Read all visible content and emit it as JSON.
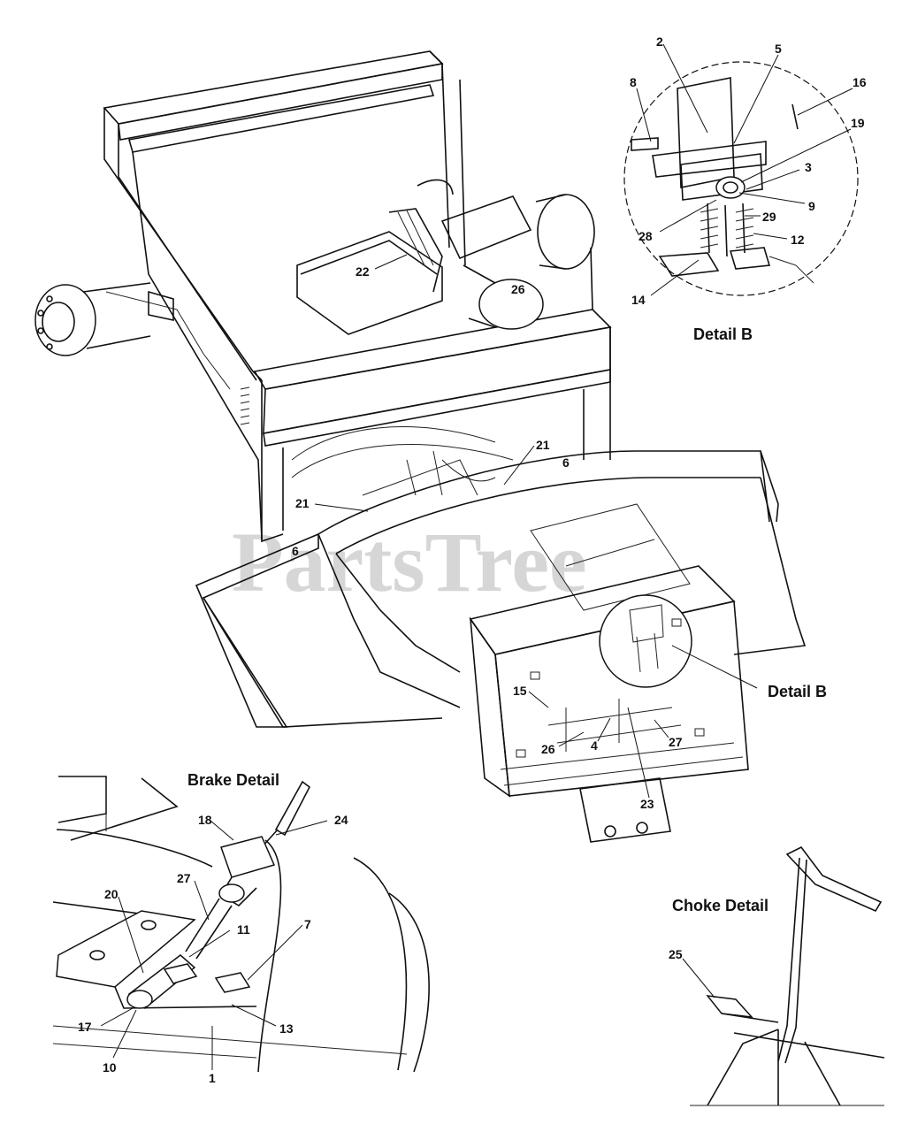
{
  "watermark": "PartsTree",
  "detail_titles": {
    "detail_b_inset": "Detail B",
    "detail_b_callout": "Detail B",
    "brake": "Brake Detail",
    "choke": "Choke Detail"
  },
  "callouts": {
    "c2": "2",
    "c5": "5",
    "c8": "8",
    "c16": "16",
    "c19": "19",
    "c3": "3",
    "c9": "9",
    "c28": "28",
    "c29": "29",
    "c12": "12",
    "c14": "14",
    "c22": "22",
    "c26_main": "26",
    "c21_a": "21",
    "c21_b": "21",
    "c6_a": "6",
    "c6_b": "6",
    "c15": "15",
    "c26_b": "26",
    "c4": "4",
    "c27_a": "27",
    "c23": "23",
    "c18": "18",
    "c24": "24",
    "c27_b": "27",
    "c20": "20",
    "c11": "11",
    "c7": "7",
    "c17": "17",
    "c13": "13",
    "c10": "10",
    "c1": "1",
    "c25": "25"
  }
}
